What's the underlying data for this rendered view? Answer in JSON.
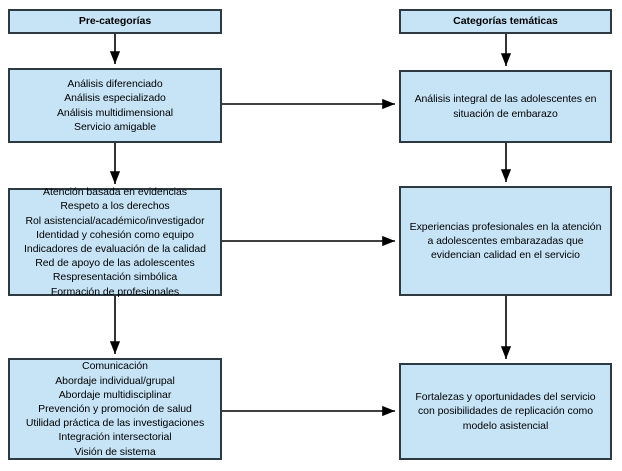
{
  "diagram": {
    "title_left": "Pre-categorías",
    "title_right": "Categorías temáticas",
    "accent_fill": "#c7e4f7",
    "border_color": "#2e3a42",
    "connector_color": "#000000",
    "background": "#ffffff",
    "columns": [
      {
        "id": "pre-categorias",
        "header": "Pre-categorías",
        "nodes": [
          {
            "id": "pre-1",
            "text": "Análisis diferenciado\nAnálisis especializado\nAnálisis multidimensional\nServicio amigable"
          },
          {
            "id": "pre-2",
            "text": "Atención basada en evidencias\nRespeto a los derechos\nRol asistencial/académico/investigador\nIdentidad y cohesión como equipo\nIndicadores de evaluación de la calidad\nRed de apoyo de las adolescentes\nRespresentación simbólica\nFormación de profesionales"
          },
          {
            "id": "pre-3",
            "text": "Comunicación\nAbordaje individual/grupal\nAbordaje multidisciplinar\nPrevención y promoción de salud\nUtilidad práctica de las investigaciones\nIntegración intersectorial\nVisión de sistema"
          }
        ]
      },
      {
        "id": "categorias-tematicas",
        "header": "Categorías temáticas",
        "nodes": [
          {
            "id": "cat-1",
            "text": "Análisis integral de las adolescentes en situación de embarazo"
          },
          {
            "id": "cat-2",
            "text": "Experiencias profesionales en la atención a adolescentes embarazadas que evidencian calidad en el servicio"
          },
          {
            "id": "cat-3",
            "text": "Fortalezas y oportunidades del servicio con posibilidades de replicación como modelo asistencial"
          }
        ]
      }
    ]
  }
}
